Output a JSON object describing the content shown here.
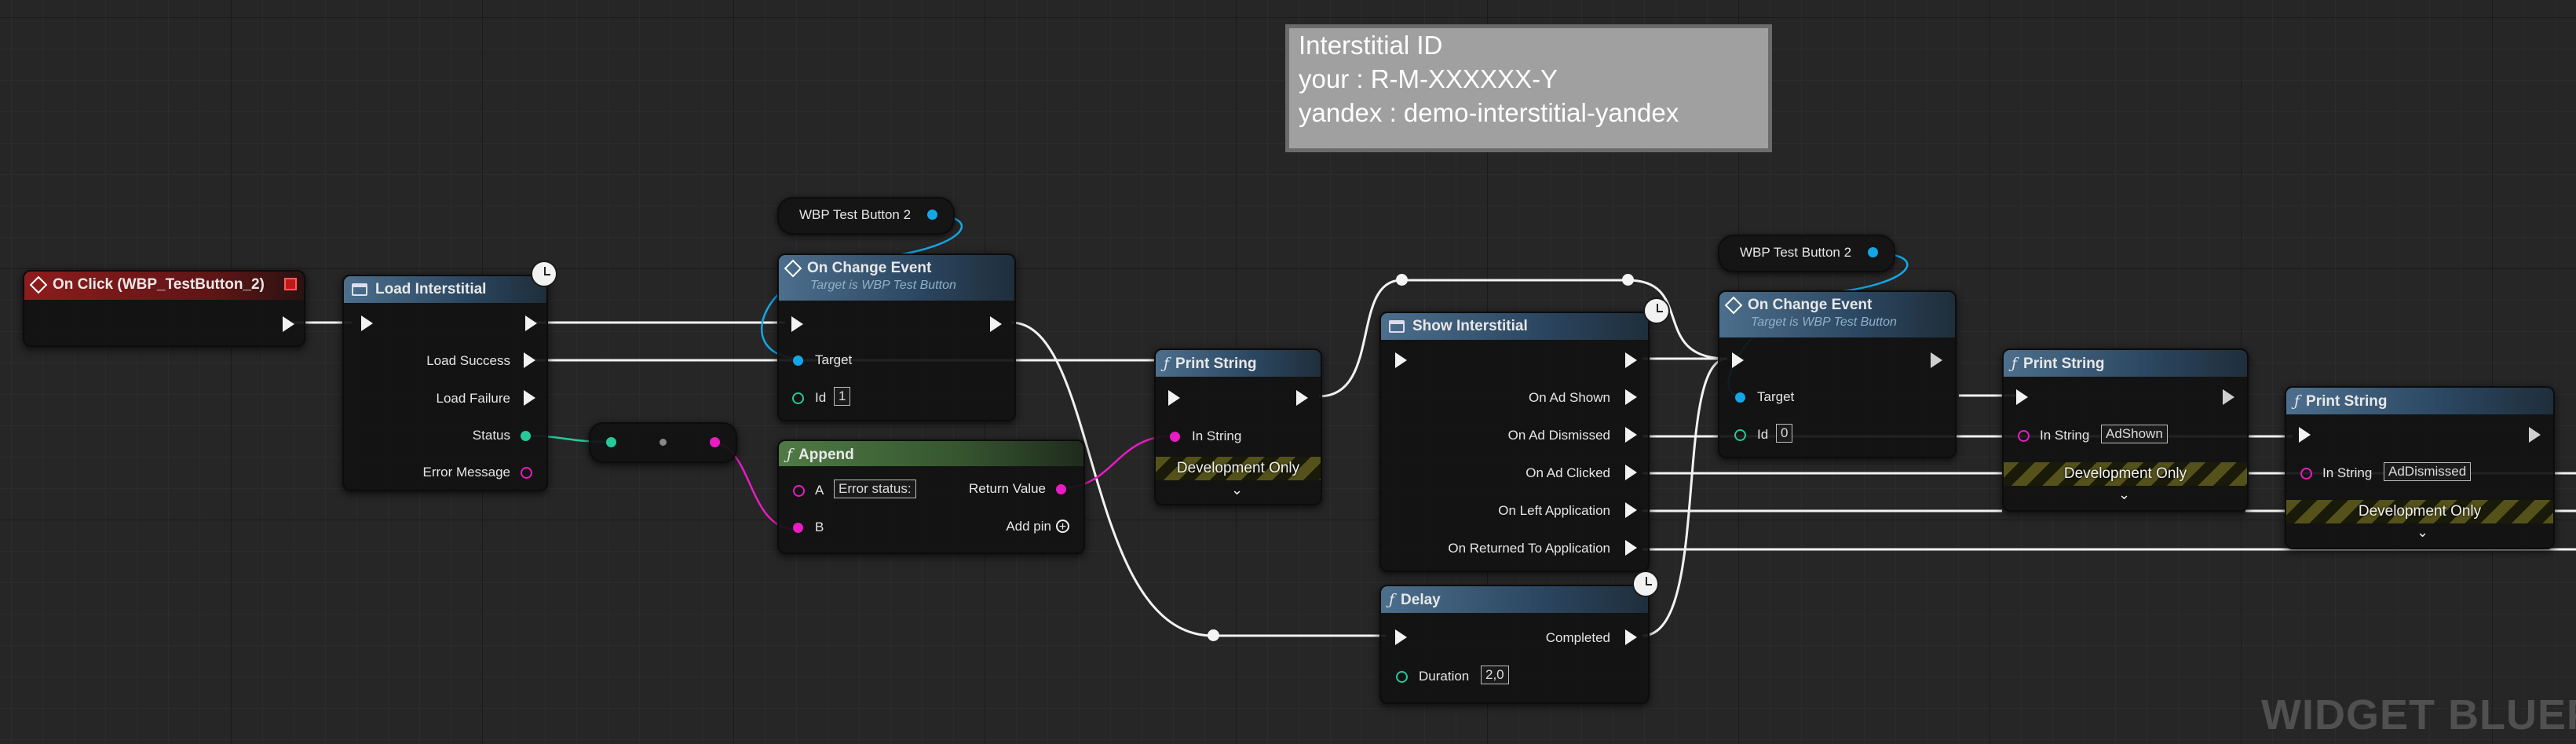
{
  "comment": {
    "line1": "Interstitial ID",
    "line2": "your : R-M-XXXXXX-Y",
    "line3": "yandex : demo-interstitial-yandex"
  },
  "nodes": {
    "on_click": {
      "title": "On Click (WBP_TestButton_2)"
    },
    "load_interstitial": {
      "title": "Load Interstitial",
      "pins": [
        "Load Success",
        "Load Failure",
        "Status",
        "Error Message"
      ]
    },
    "var1": {
      "label": "WBP Test Button 2"
    },
    "on_change_1": {
      "title": "On Change Event",
      "subtitle": "Target is WBP Test Button",
      "target": "Target",
      "id_label": "Id",
      "id_value": "1"
    },
    "append": {
      "title": "Append",
      "a_label": "A",
      "a_value": "Error status:",
      "b_label": "B",
      "return_label": "Return Value",
      "add_pin": "Add pin"
    },
    "print1": {
      "title": "Print String",
      "in_string": "In String",
      "dev": "Development Only"
    },
    "show_interstitial": {
      "title": "Show Interstitial",
      "pins": [
        "On Ad Shown",
        "On Ad Dismissed",
        "On Ad Clicked",
        "On Left Application",
        "On Returned To Application"
      ]
    },
    "delay": {
      "title": "Delay",
      "completed": "Completed",
      "duration_label": "Duration",
      "duration_value": "2,0"
    },
    "var2": {
      "label": "WBP Test Button 2"
    },
    "on_change_2": {
      "title": "On Change Event",
      "subtitle": "Target is WBP Test Button",
      "target": "Target",
      "id_label": "Id",
      "id_value": "0"
    },
    "print2": {
      "title": "Print String",
      "in_string": "In String",
      "value": "AdShown",
      "dev": "Development Only"
    },
    "print3": {
      "title": "Print String",
      "in_string": "In String",
      "value": "AdDismissed",
      "dev": "Development Only"
    }
  },
  "watermark": "WIDGET BLUEPI",
  "colors": {
    "exec": "#f2f2f2",
    "object": "#14a7e8",
    "string": "#e81cc2",
    "int": "#26c99a",
    "event_header": "#8e1c1c",
    "function_header": "#4c6f8d",
    "pure_header": "#4f7a45"
  }
}
